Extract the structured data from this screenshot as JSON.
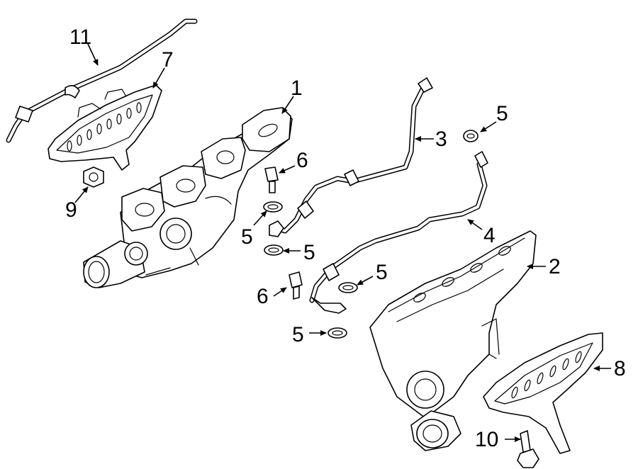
{
  "callouts": {
    "c1": "1",
    "c2": "2",
    "c3": "3",
    "c4": "4",
    "c5a": "5",
    "c5b": "5",
    "c5c": "5",
    "c5d": "5",
    "c5e": "5",
    "c6a": "6",
    "c6b": "6",
    "c7": "7",
    "c8": "8",
    "c9": "9",
    "c10": "10",
    "c11": "11"
  }
}
